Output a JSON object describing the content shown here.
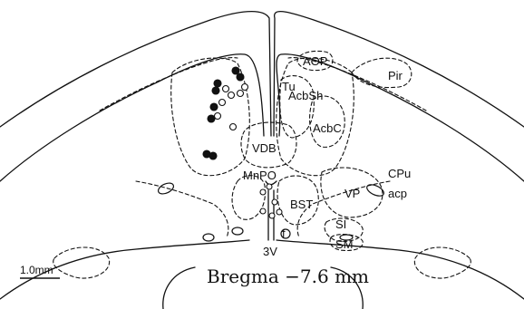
{
  "figure": {
    "title": "Bregma −7.6 mm",
    "scale_bar": "1.0mm",
    "labels": {
      "aop": "AOP",
      "pir": "Pir",
      "tu": "Tu",
      "acbsh": "AcbSh",
      "acbc": "AcbC",
      "vdb": "VDB",
      "mnpo": "MnPO",
      "cpu": "CPu",
      "acp": "acp",
      "vp": "VP",
      "bst": "BST",
      "si": "SI",
      "f": "f",
      "sm": "SM",
      "third_ventricle": "3V"
    },
    "site_markers": {
      "filled_count": 8,
      "open_count": 13
    }
  }
}
